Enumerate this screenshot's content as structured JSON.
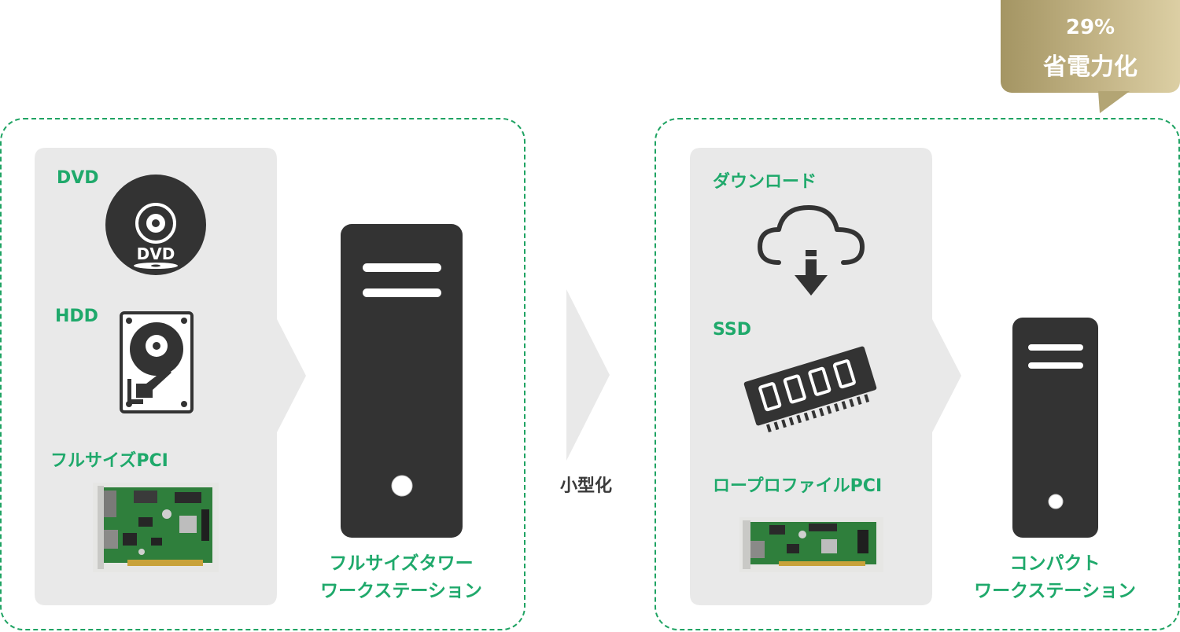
{
  "before": {
    "items": [
      {
        "label": "DVD"
      },
      {
        "label": "HDD"
      },
      {
        "label": "フルサイズPCI"
      }
    ],
    "result_line1": "フルサイズタワー",
    "result_line2": "ワークステーション"
  },
  "transition_label": "小型化",
  "after": {
    "items": [
      {
        "label": "ダウンロード"
      },
      {
        "label": "SSD"
      },
      {
        "label": "ロープロファイルPCI"
      }
    ],
    "result_line1": "コンパクト",
    "result_line2": "ワークステーション"
  },
  "badge": {
    "percent": "29%",
    "text": "省電力化"
  },
  "icons": {
    "disc_label": "DVD"
  },
  "colors": {
    "frame": "#1fa363",
    "label": "#1fa96b",
    "panel": "#e9e9e9",
    "device": "#333333",
    "badge": "#b3a574"
  }
}
